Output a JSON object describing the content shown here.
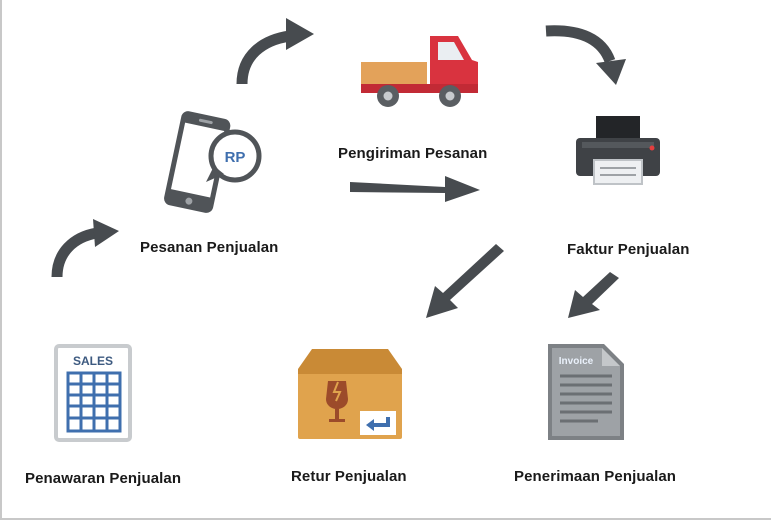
{
  "diagram": {
    "nodes": {
      "sales_offer": "Penawaran Penjualan",
      "sales_order": "Pesanan Penjualan",
      "delivery": "Pengiriman Pesanan",
      "invoice": "Faktur Penjualan",
      "receipt": "Penerimaan Penjualan",
      "return": "Retur Penjualan"
    },
    "icon_text": {
      "sales_sheet": "SALES",
      "currency": "RP",
      "invoice_doc": "Invoice"
    },
    "colors": {
      "arrow": "#474b4f",
      "truck_cab": "#d9333f",
      "truck_cargo": "#e3a25a",
      "box": "#e0a34d",
      "sheet_border": "#3d5a80",
      "phone": "#505458",
      "printer": "#3f4246"
    }
  }
}
